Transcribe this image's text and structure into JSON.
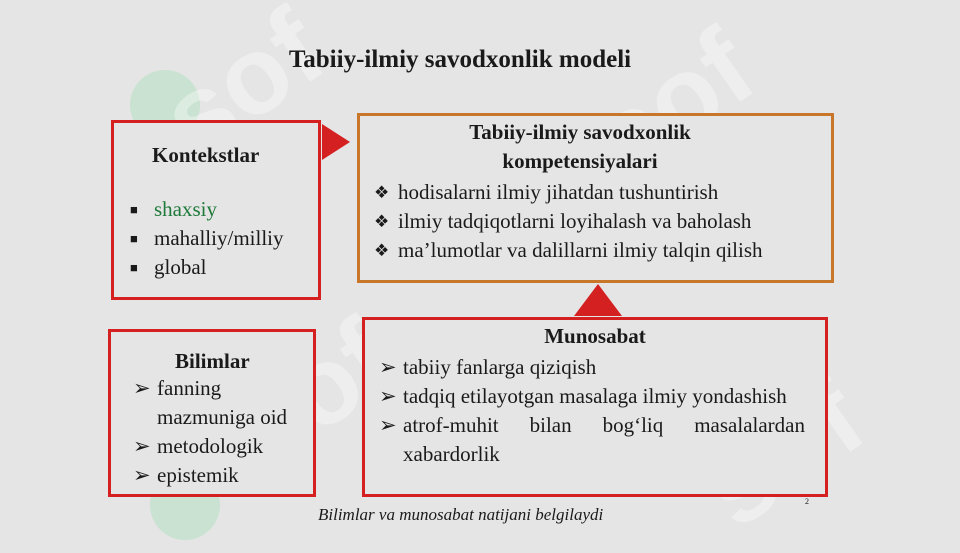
{
  "title": "Tabiiy-ilmiy savodxonlik modeli",
  "watermark": "sof",
  "contexts": {
    "heading": "Kontekstlar",
    "items": [
      "shaxsiy",
      "mahalliy/milliy",
      "global"
    ],
    "bullet_icon": "square-bullet-icon",
    "first_item_color": "#1e7a3a"
  },
  "competencies": {
    "heading_line1": "Tabiiy-ilmiy savodxonlik",
    "heading_line2": "kompetensiyalari",
    "items": [
      "hodisalarni ilmiy jihatdan tushuntirish",
      "ilmiy tadqiqotlarni loyihalash va baholash",
      "ma’lumotlar va dalillarni ilmiy talqin qilish"
    ],
    "bullet_icon": "diamond-bullet-icon",
    "border_color": "#c8772a"
  },
  "knowledge": {
    "heading": "Bilimlar",
    "items": [
      "fanning mazmuniga oid",
      "metodologik",
      "epistemik"
    ],
    "bullet_icon": "arrowhead-bullet-icon"
  },
  "attitude": {
    "heading": "Munosabat",
    "items": [
      "tabiiy fanlarga qiziqish",
      "tadqiq etilayotgan masalaga ilmiy yondashish",
      "atrof-muhit bilan bog‘liq masalalardan xabardorlik"
    ],
    "bullet_icon": "arrowhead-bullet-icon"
  },
  "caption": "Bilimlar va munosabat natijani belgilaydi",
  "page_number": "2",
  "colors": {
    "red": "#d42020",
    "orange": "#c8772a",
    "background": "#e5e5e5"
  }
}
